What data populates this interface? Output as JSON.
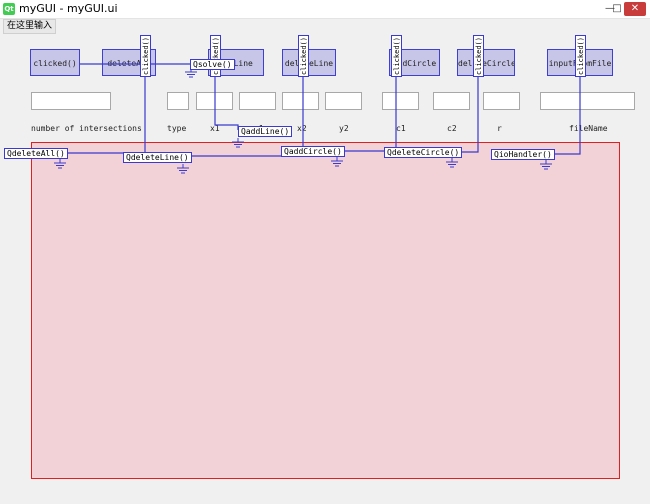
{
  "window": {
    "title": "myGUI - myGUI.ui",
    "logo_text": "Qt",
    "min_symbol": "—",
    "max_symbol": "□",
    "close_symbol": "✕"
  },
  "menubar": {
    "placeholder": "在这里输入"
  },
  "buttons": {
    "clicked": "clicked()",
    "delete_all": "deleteAll",
    "add_line": "addLine",
    "delete_line": "deleteLine",
    "add_circle": "addCircle",
    "delete_circle": "deleteCircle",
    "input_from_file": "inputFromFile"
  },
  "labels": {
    "intersections": "number of intersections",
    "type": "type",
    "x1": "x1",
    "y1": "y1",
    "x2": "x2",
    "y2": "y2",
    "c1": "c1",
    "c2": "c2",
    "r": "r",
    "filename": "fileName"
  },
  "signals": {
    "clicked": "clicked()"
  },
  "slots": {
    "solve": "Qsolve()",
    "add_line": "QaddLine()",
    "delete_all": "QdeleteAll()",
    "delete_line": "QdeleteLine()",
    "add_circle": "QaddCircle()",
    "delete_circle": "QdeleteCircle()",
    "io_handler": "QioHandler()"
  },
  "colors": {
    "connection": "#3a3ad0",
    "canvas_fill": "#f2d2d6",
    "canvas_border": "#e02020",
    "button_fill": "#c8c6e8"
  }
}
